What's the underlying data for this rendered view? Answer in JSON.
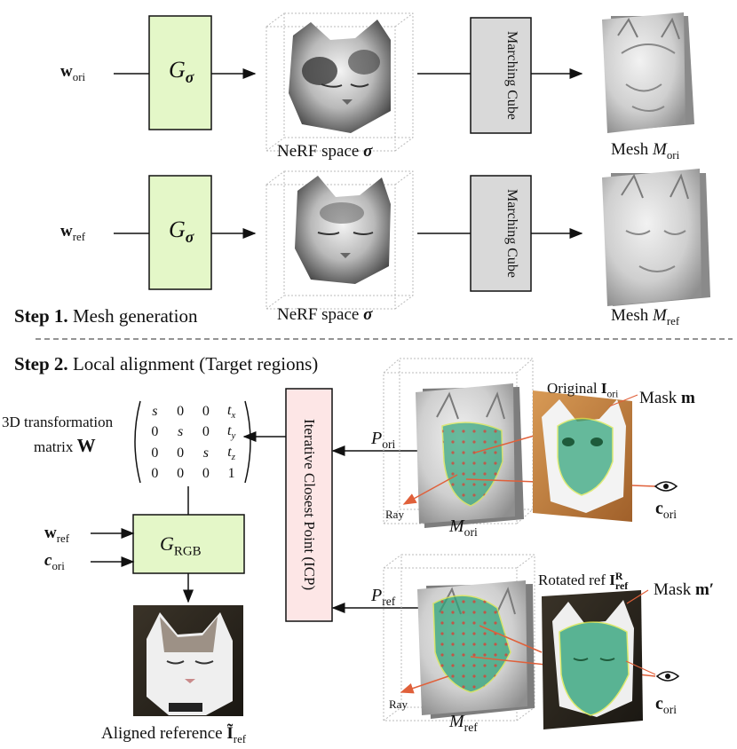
{
  "step1": {
    "w_ori": {
      "sym": "w",
      "sub": "ori"
    },
    "w_ref": {
      "sym": "w",
      "sub": "ref"
    },
    "generator": {
      "sym": "G",
      "sub": "σ"
    },
    "nerf_label": "NeRF space",
    "nerf_symbol": "σ",
    "marching_cube": "Marching Cube",
    "mesh_label": "Mesh",
    "mesh_ori": {
      "sym": "M",
      "sub": "ori"
    },
    "mesh_ref": {
      "sym": "M",
      "sub": "ref"
    },
    "title_bold": "Step 1.",
    "title_rest": "Mesh generation"
  },
  "step2": {
    "title_bold": "Step 2.",
    "title_rest": "Local alignment (Target regions)",
    "transform_label_line1": "3D transformation",
    "transform_label_line2": "matrix",
    "transform_symbol": "W",
    "matrix": [
      [
        "s",
        "0",
        "0",
        "t_x"
      ],
      [
        "0",
        "s",
        "0",
        "t_y"
      ],
      [
        "0",
        "0",
        "s",
        "t_z"
      ],
      [
        "0",
        "0",
        "0",
        "1"
      ]
    ],
    "icp_label": "Iterative Closest Point (ICP)",
    "p_ori": {
      "sym": "P",
      "sub": "ori"
    },
    "p_ref": {
      "sym": "P",
      "sub": "ref"
    },
    "ray_label": "Ray",
    "original_label": "Original",
    "original_symbol": {
      "sym": "I",
      "sub": "ori"
    },
    "rotated_label": "Rotated ref",
    "rotated_symbol": {
      "sym": "I",
      "sub": "ref",
      "sup": "R"
    },
    "mask_label": "Mask",
    "mask_symbol": "m",
    "mask_symbol_prime": "m′",
    "c_ori": {
      "sym": "c",
      "sub": "ori"
    },
    "generator_rgb": {
      "sym": "G",
      "sub": "RGB"
    },
    "input_w_ref": {
      "sym": "w",
      "sub": "ref"
    },
    "input_c_ori": {
      "sym": "c",
      "sub": "ori"
    },
    "aligned_label": "Aligned reference",
    "aligned_symbol": {
      "sym": "Ĩ",
      "sub": "ref"
    }
  },
  "colors": {
    "generator_fill": "#e4f7c8",
    "marching_fill": "#d9d9d9",
    "icp_fill": "#fde6e6",
    "mask_green": "#2fa37a",
    "ray_red": "#e0603a"
  }
}
